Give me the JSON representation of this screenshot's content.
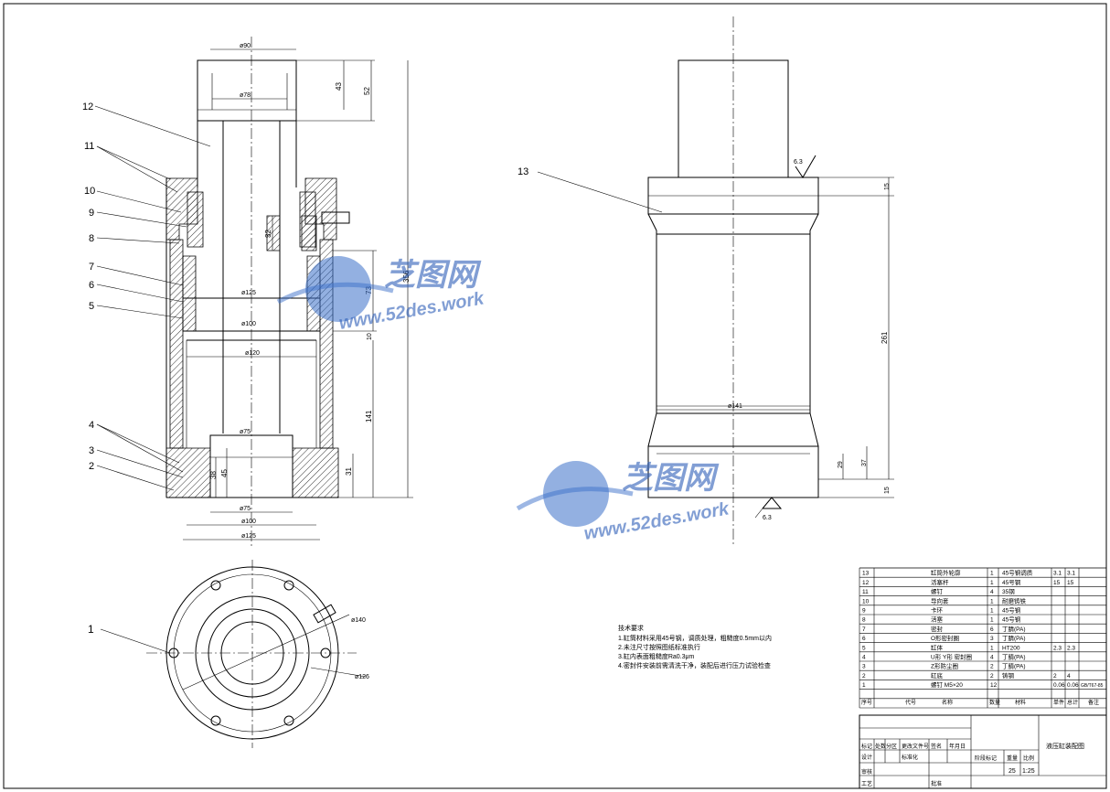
{
  "drawing": {
    "balloons": [
      "12",
      "11",
      "10",
      "9",
      "8",
      "7",
      "6",
      "5",
      "4",
      "3",
      "2",
      "13",
      "1"
    ],
    "dims_left": {
      "top_od": "ø90",
      "top_id": "ø78",
      "d43": "43",
      "d52": "52",
      "d32": "32",
      "d73": "73",
      "d10": "10",
      "d141": "141",
      "d356": "356",
      "d38": "38",
      "d45": "45",
      "d31": "31",
      "bore_upper": "ø125",
      "bore_mid": "ø100",
      "bore_120": "ø120",
      "bot_id": "ø75",
      "bot_id2": "ø75",
      "bot_od1": "ø100",
      "bot_od2": "ø125"
    },
    "dims_right": {
      "d15a": "15",
      "d261": "261",
      "d29": "29",
      "d37": "37",
      "d15b": "15",
      "dia141": "ø141",
      "rough_top": "6.3",
      "rough_bottom": "6.3"
    },
    "dims_bottom_view": {
      "d140": "ø140",
      "d126": "ø126"
    }
  },
  "notes": {
    "title": "技术要求",
    "lines": [
      "1.缸筒材料采用45号钢，调质处理，粗糙度0.5mm以内",
      "2.未注尺寸按照图纸标准执行",
      "3.缸内表面粗糙度Ra0.3μm",
      "4.密封件安装前需清洗干净，装配后进行压力试验检查"
    ]
  },
  "bom": {
    "rows": [
      {
        "no": "13",
        "name": "缸筒外轮廓",
        "qty": "1",
        "material": "45号钢调质",
        "w1": "3.1",
        "w2": "3.1"
      },
      {
        "no": "12",
        "name": "活塞杆",
        "qty": "1",
        "material": "45号钢",
        "w1": "15",
        "w2": "15"
      },
      {
        "no": "11",
        "name": "螺钉",
        "qty": "4",
        "material": "35钢",
        "w1": "",
        "w2": ""
      },
      {
        "no": "10",
        "name": "导向套",
        "qty": "1",
        "material": "耐磨铸铁",
        "w1": "",
        "w2": ""
      },
      {
        "no": "9",
        "name": "卡环",
        "qty": "1",
        "material": "45号钢",
        "w1": "",
        "w2": ""
      },
      {
        "no": "8",
        "name": "活塞",
        "qty": "1",
        "material": "45号钢",
        "w1": "",
        "w2": ""
      },
      {
        "no": "7",
        "name": "密封",
        "qty": "6",
        "material": "丁腈(PA)",
        "w1": "",
        "w2": ""
      },
      {
        "no": "6",
        "name": "O形密封圈",
        "qty": "3",
        "material": "丁腈(PA)",
        "w1": "",
        "w2": ""
      },
      {
        "no": "5",
        "name": "缸体",
        "qty": "1",
        "material": "HT200",
        "w1": "2.3",
        "w2": "2.3"
      },
      {
        "no": "4",
        "name": "U形 Y形 密封圈",
        "qty": "4",
        "material": "丁腈(PA)",
        "w1": "",
        "w2": ""
      },
      {
        "no": "3",
        "name": "Z形防尘圈",
        "qty": "2",
        "material": "丁腈(PA)",
        "w1": "",
        "w2": ""
      },
      {
        "no": "2",
        "name": "缸底",
        "qty": "2",
        "material": "铸钢",
        "w1": "2",
        "w2": "4"
      },
      {
        "no": "1",
        "name": "螺钉 M5×20",
        "qty": "12",
        "material": "",
        "w1": "0.06",
        "w2": "0.06"
      }
    ],
    "header": [
      "序号",
      "代号",
      "名称",
      "数量",
      "材料",
      "单件",
      "总计",
      "备注"
    ],
    "extra_note": "GB/T67-85"
  },
  "title_block": {
    "labels": [
      "标记",
      "处数",
      "分区",
      "更改文件号",
      "签名",
      "年月日",
      "设计",
      "标准化",
      "阶段标记",
      "重量",
      "比例",
      "审核",
      "工艺",
      "批准"
    ],
    "scale_values": [
      "25",
      "1:25"
    ],
    "drawing_name": "液压缸装配图"
  },
  "watermark": {
    "cn": "芝图网",
    "url": "www.52des.work"
  }
}
